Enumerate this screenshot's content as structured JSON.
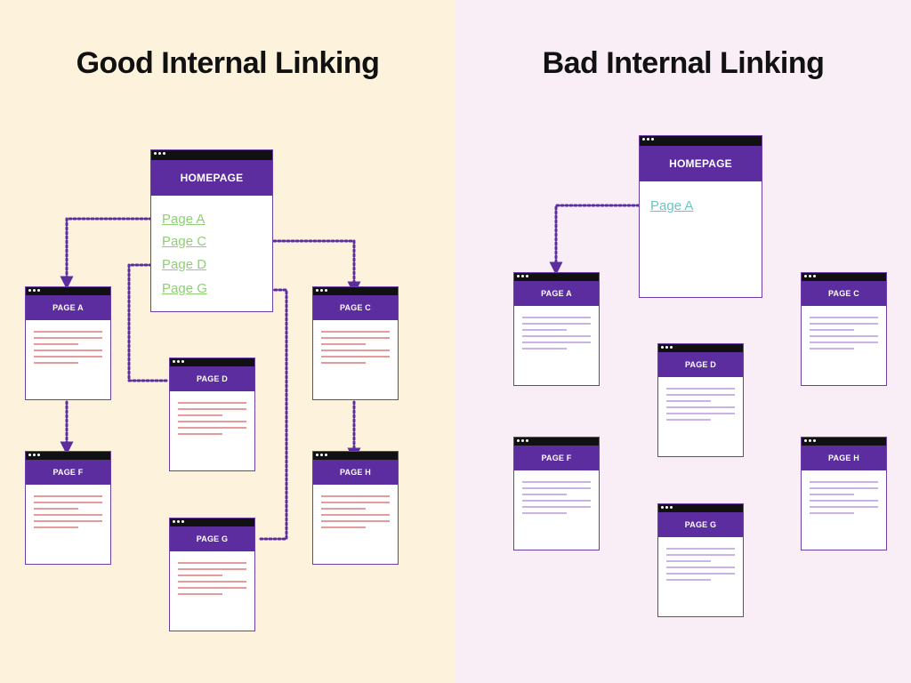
{
  "good": {
    "title": "Good Internal Linking",
    "homepage": "HOMEPAGE",
    "links": [
      "Page A",
      "Page C",
      "Page D",
      "Page G"
    ],
    "pages": {
      "a": "PAGE A",
      "c": "PAGE C",
      "d": "PAGE D",
      "f": "PAGE F",
      "g": "PAGE G",
      "h": "PAGE H"
    }
  },
  "bad": {
    "title": "Bad Internal Linking",
    "homepage": "HOMEPAGE",
    "links": [
      "Page A"
    ],
    "pages": {
      "a": "PAGE A",
      "c": "PAGE C",
      "d": "PAGE D",
      "f": "PAGE F",
      "g": "PAGE G",
      "h": "PAGE H"
    }
  },
  "colors": {
    "good_bg": "#fdf3dd",
    "bad_bg": "#f9eef6",
    "header": "#5c2d9e",
    "connector": "#5c2d9e",
    "good_link": "#8fcf74",
    "bad_link": "#67c6c9"
  }
}
